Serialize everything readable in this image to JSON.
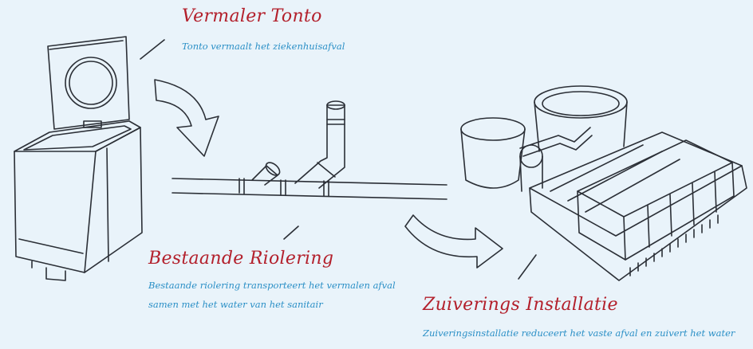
{
  "step1": {
    "title": "Vermaler Tonto",
    "description": "Tonto vermaalt het ziekenhuisafval"
  },
  "step2": {
    "title": "Bestaande Riolering",
    "description_line1": "Bestaande riolering transporteert het vermalen afval",
    "description_line2": "samen met het water van het sanitair"
  },
  "step3": {
    "title": "Zuiverings Installatie",
    "description": "Zuiveringsinstallatie reduceert het vaste afval en zuivert het water"
  },
  "colors": {
    "background": "#e9f3fa",
    "title": "#b3202c",
    "description": "#2a8fc6",
    "sketch": "#2b2f36"
  }
}
